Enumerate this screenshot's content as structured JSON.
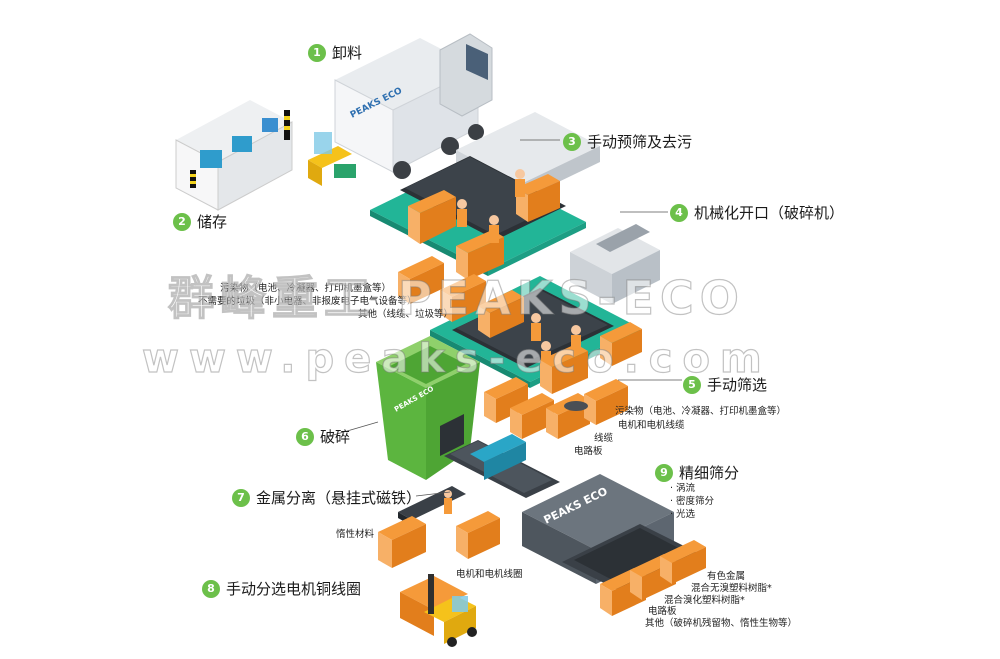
{
  "steps": [
    {
      "num": "1",
      "label": "卸料"
    },
    {
      "num": "2",
      "label": "储存"
    },
    {
      "num": "3",
      "label": "手动预筛及去污"
    },
    {
      "num": "4",
      "label": "机械化开口（破碎机）"
    },
    {
      "num": "5",
      "label": "手动筛选"
    },
    {
      "num": "6",
      "label": "破碎"
    },
    {
      "num": "7",
      "label": "金属分离（悬挂式磁铁）"
    },
    {
      "num": "8",
      "label": "手动分选电机铜线圈"
    },
    {
      "num": "9",
      "label": "精细筛分"
    }
  ],
  "presort_outputs": [
    "污染物（电池、冷凝器、打印机墨盒等）",
    "不需要的垃圾（非小电器、非报废电子电气设备等）",
    "其他（线缆、垃圾等）"
  ],
  "manual_sort_outputs": [
    "污染物（电池、冷凝器、打印机墨盒等）",
    "电机和电机线缆",
    "线缆",
    "电路板"
  ],
  "fine_methods": [
    "· 涡流",
    "· 密度筛分",
    "· 光选"
  ],
  "fine_outputs": [
    "有色金属",
    "混合无溴塑料树脂*",
    "混合溴化塑料树脂*",
    "电路板",
    "其他（破碎机残留物、惰性生物等）"
  ],
  "inert_label": "惰性材料",
  "coil_label": "电机和电机线圈",
  "brand": {
    "latin": "PEAKS ECO",
    "chinese": "群峰重工"
  },
  "watermark": {
    "line1": "群峰重工 PEAKS-ECO",
    "line2": "www.peaks-eco.com"
  },
  "colors": {
    "accent": "#6cc04a",
    "teal": "#22b597",
    "orange": "#f59a3a",
    "machine": "#5d6670",
    "green_machine": "#5cb53f"
  }
}
